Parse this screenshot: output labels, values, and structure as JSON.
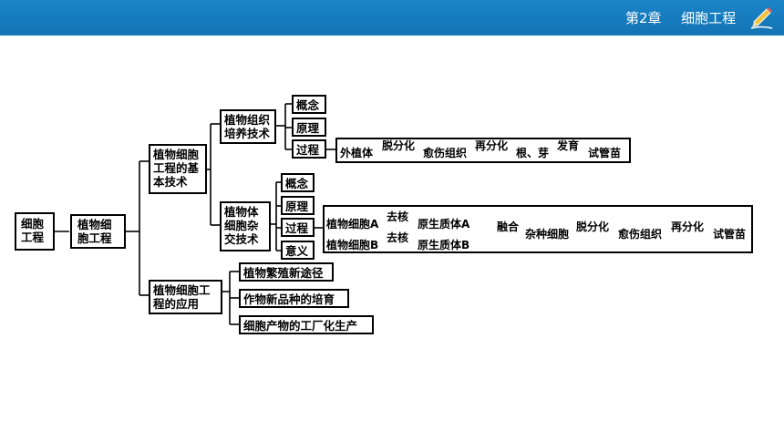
{
  "header": {
    "chapter": "第2章",
    "title": "细胞工程",
    "accent": "#1a85c8",
    "icon": "pencil-icon"
  },
  "diagram": {
    "root": "细胞工程",
    "level1": "植物细胞工程",
    "basic": "植物细胞工程的基本技术",
    "application": "植物细胞工程的应用",
    "tissue_culture": "植物组织培养技术",
    "tc_items": [
      "概念",
      "原理",
      "过程"
    ],
    "tc_flow": {
      "explant": "外植体",
      "step1": "脱分化",
      "callus": "愈伤组织",
      "step2": "再分化",
      "roots": "根、芽",
      "step3": "发育",
      "plantlet": "试管苗"
    },
    "hybrid": "植物体细胞杂交技术",
    "hy_items": [
      "概念",
      "原理",
      "过程",
      "意义"
    ],
    "hy_flow": {
      "cellA": "植物细胞A",
      "cellB": "植物细胞B",
      "wall": "去核",
      "protoA": "原生质体A",
      "protoB": "原生质体B",
      "fuse": "融合",
      "hybrid_cell": "杂种细胞",
      "step1": "脱分化",
      "callus": "愈伤组织",
      "step2": "再分化",
      "plantlet": "试管苗"
    },
    "apps": [
      "植物繁殖新途径",
      "作物新品种的培育",
      "细胞产物的工厂化生产"
    ]
  }
}
